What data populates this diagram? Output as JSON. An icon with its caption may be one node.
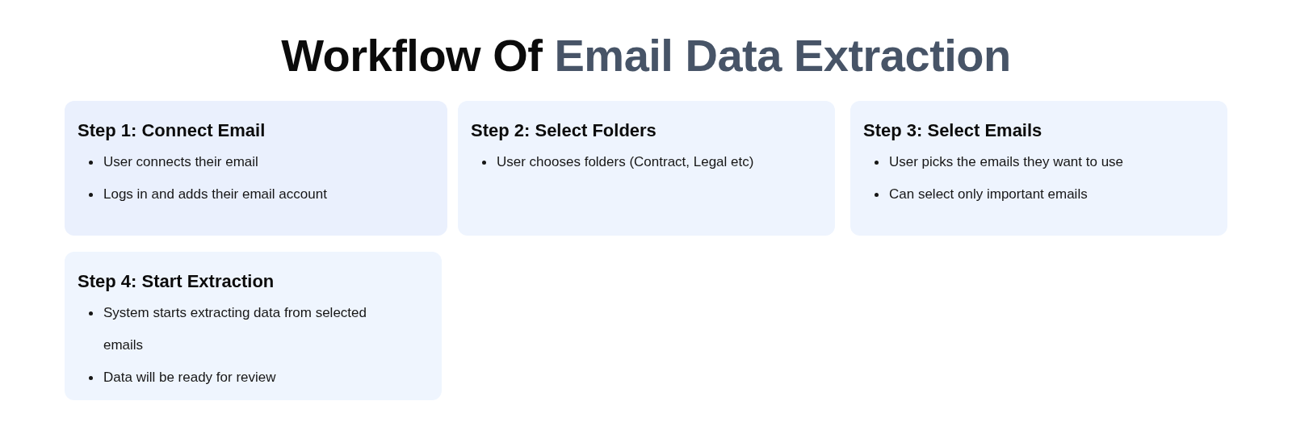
{
  "diagram": {
    "title": "Workflow Of Email Data Extraction",
    "nodes": [
      {
        "text": [
          "Step 1: Connect Email",
          "User connects their email",
          "Logs in and adds their email account"
        ]
      },
      {
        "text": [
          "Step 2: Select Folders",
          "User chooses folders (Contract, Legal etc)"
        ]
      },
      {
        "text": [
          "Step 3: Select Emails",
          "User picks the emails they want to use",
          "Can select only important emails"
        ]
      },
      {
        "text": [
          "Step 4: Start Extraction",
          "System starts extracting data from selected emails",
          "Data will be ready for review"
        ]
      }
    ],
    "edges": []
  }
}
